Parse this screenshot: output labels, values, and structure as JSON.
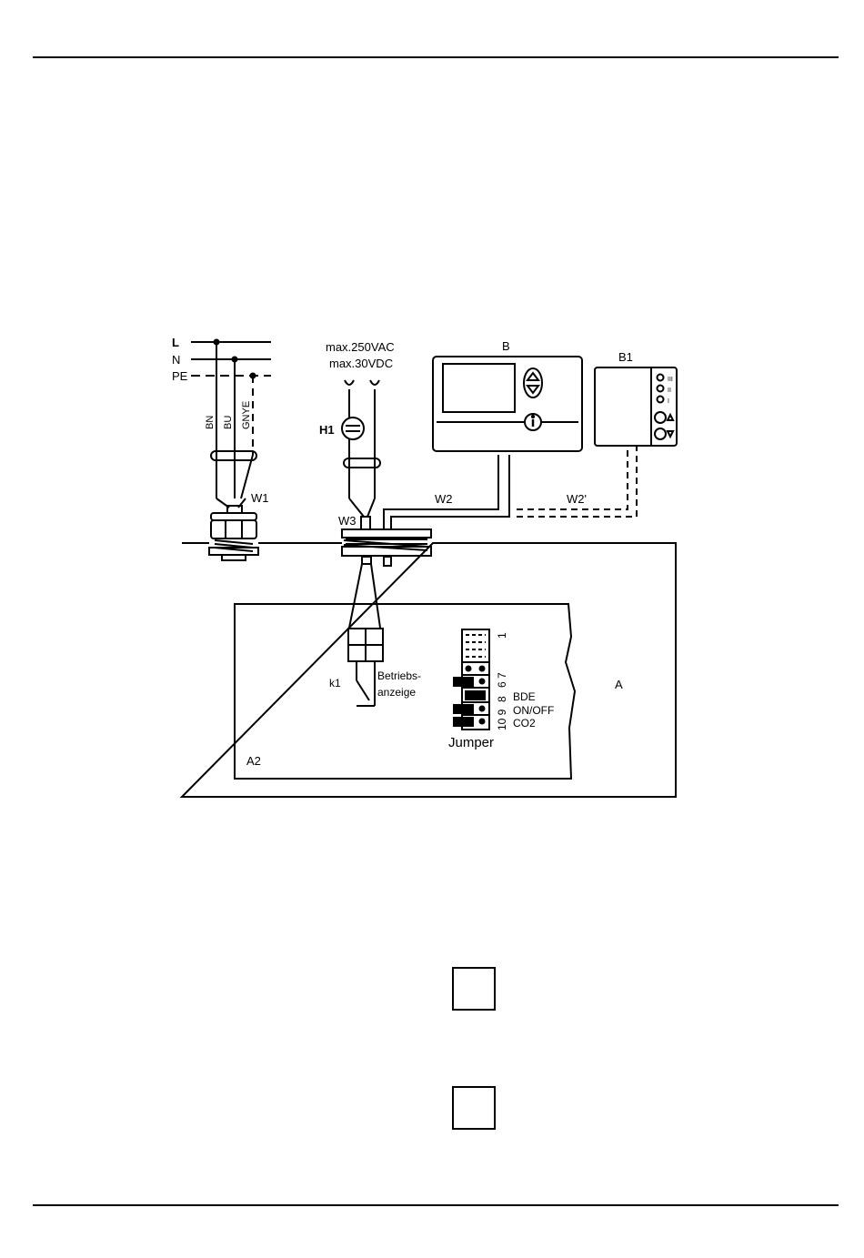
{
  "mains": {
    "l": "L",
    "n": "N",
    "pe": "PE"
  },
  "wire_colors": {
    "bn": "BN",
    "bu": "BU",
    "gnye": "GNYE"
  },
  "cables": {
    "w1": "W1",
    "w2": "W2",
    "w2p": "W2'",
    "w3": "W3"
  },
  "voltage": {
    "ac": "max.250VAC",
    "dc": "max.30VDC"
  },
  "lamp": "H1",
  "devices": {
    "b": "B",
    "b1": "B1",
    "a": "A",
    "a2": "A2"
  },
  "relay": {
    "k1": "k1",
    "label_line1": "Betriebs-",
    "label_line2": "anzeige"
  },
  "jumper": {
    "title": "Jumper",
    "pin_1": "1",
    "pins_6_7": "6 7",
    "pin_8": "8",
    "pins_9_10": "10 9",
    "bde": "BDE",
    "onoff": "ON/OFF",
    "co2": "CO2"
  },
  "b1_levels": {
    "l3": "III",
    "l2": "II",
    "l1": "I"
  }
}
